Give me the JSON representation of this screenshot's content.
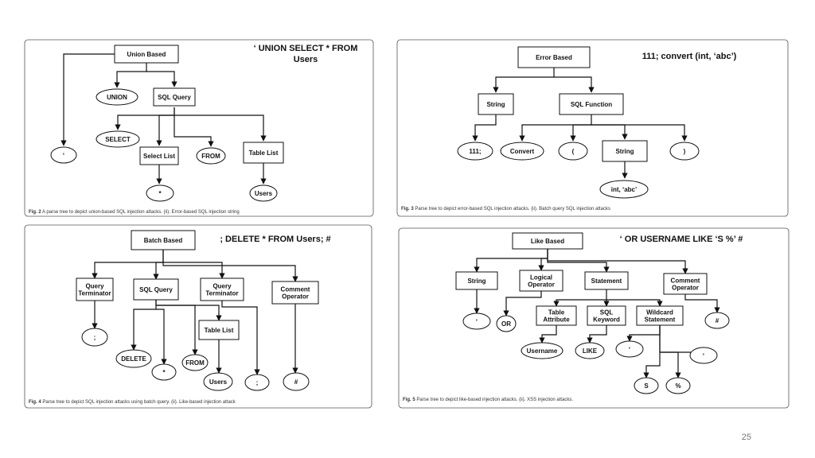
{
  "slide": {
    "page_number": "25"
  },
  "figures": [
    {
      "id": "fig2",
      "title": [
        "‘ UNION SELECT * FROM",
        "Users"
      ],
      "caption_bold": "Fig. 2",
      "caption_text": " A parse tree to depict union-based SQL injection attacks. (ii). Error-based SQL injection string",
      "nodes": [
        {
          "label": [
            "Union Based"
          ]
        },
        {
          "label": [
            "UNION"
          ]
        },
        {
          "label": [
            "SQL Query"
          ]
        },
        {
          "label": [
            "‘"
          ]
        },
        {
          "label": [
            "SELECT"
          ]
        },
        {
          "label": [
            "Select List"
          ]
        },
        {
          "label": [
            "FROM"
          ]
        },
        {
          "label": [
            "Table List"
          ]
        },
        {
          "label": [
            "*"
          ]
        },
        {
          "label": [
            "Users"
          ]
        }
      ]
    },
    {
      "id": "fig3",
      "title": [
        "111; convert (int, ‘abc’)"
      ],
      "caption_bold": "Fig. 3",
      "caption_text": " Parse tree to depict error-based SQL injection attacks. (ii). Batch query SQL injection attacks",
      "nodes": [
        {
          "label": [
            "Error Based"
          ]
        },
        {
          "label": [
            "String"
          ]
        },
        {
          "label": [
            "SQL Function"
          ]
        },
        {
          "label": [
            "111;"
          ]
        },
        {
          "label": [
            "Convert"
          ]
        },
        {
          "label": [
            "("
          ]
        },
        {
          "label": [
            "String"
          ]
        },
        {
          "label": [
            ")"
          ]
        },
        {
          "label": [
            "int, ‘abc’"
          ]
        }
      ]
    },
    {
      "id": "fig4",
      "title": [
        "; DELETE * FROM Users; #"
      ],
      "caption_bold": "Fig. 4",
      "caption_text": " Parse tree to depict SQL injection attacks using batch query. (ii). Like-based injection attack",
      "nodes": [
        {
          "label": [
            "Batch Based"
          ]
        },
        {
          "label": [
            "Query",
            "Terminator"
          ]
        },
        {
          "label": [
            "SQL Query"
          ]
        },
        {
          "label": [
            "Query",
            "Terminator"
          ]
        },
        {
          "label": [
            "Comment",
            "Operator"
          ]
        },
        {
          "label": [
            ";"
          ]
        },
        {
          "label": [
            "Table List"
          ]
        },
        {
          "label": [
            "DELETE"
          ]
        },
        {
          "label": [
            "*"
          ]
        },
        {
          "label": [
            "FROM"
          ]
        },
        {
          "label": [
            "Users"
          ]
        },
        {
          "label": [
            ";"
          ]
        },
        {
          "label": [
            "#"
          ]
        }
      ]
    },
    {
      "id": "fig5",
      "title": [
        "‘ OR USERNAME LIKE ‘S %’ #"
      ],
      "caption_bold": "Fig. 5",
      "caption_text": " Parse tree to depict like-based injection attacks. (ii). XSS injection attacks.",
      "nodes": [
        {
          "label": [
            "Like Based"
          ]
        },
        {
          "label": [
            "String"
          ]
        },
        {
          "label": [
            "Logical",
            "Operator"
          ]
        },
        {
          "label": [
            "Statement"
          ]
        },
        {
          "label": [
            "Comment",
            "Operator"
          ]
        },
        {
          "label": [
            "Table",
            "Attribute"
          ]
        },
        {
          "label": [
            "SQL",
            "Keyword"
          ]
        },
        {
          "label": [
            "Wildcard",
            "Statement"
          ]
        },
        {
          "label": [
            "‘"
          ]
        },
        {
          "label": [
            "OR"
          ]
        },
        {
          "label": [
            "#"
          ]
        },
        {
          "label": [
            "Username"
          ]
        },
        {
          "label": [
            "LIKE"
          ]
        },
        {
          "label": [
            "‘"
          ]
        },
        {
          "label": [
            "‘"
          ]
        },
        {
          "label": [
            "S"
          ]
        },
        {
          "label": [
            "%"
          ]
        }
      ]
    }
  ]
}
